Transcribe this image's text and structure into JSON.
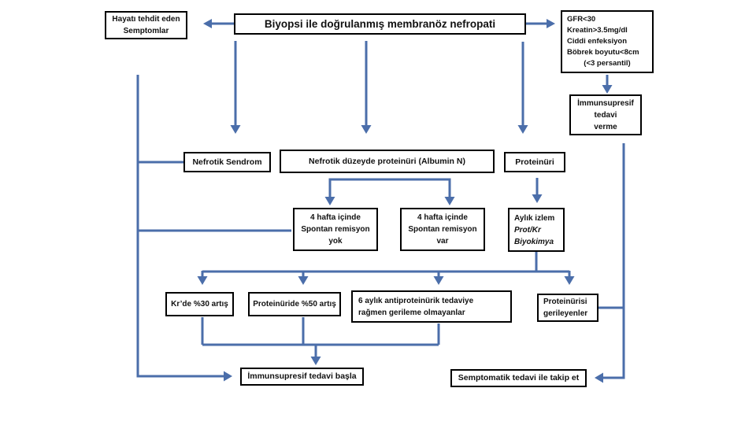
{
  "colors": {
    "connector_blue": "#4b6eaa",
    "box_border": "#000000",
    "background": "#ffffff",
    "text": "#111111"
  },
  "diagram": {
    "title_box": "Biyopsi ile doğrulanmış membranöz nefropati",
    "life_threatening": [
      "Hayatı tehdit eden",
      "Semptomlar"
    ],
    "contraindications": [
      "GFR<30",
      "Kreatin>3.5mg/dl",
      "Ciddi enfeksiyon",
      "Böbrek boyutu<8cm",
      "(<3 persantil)"
    ],
    "withhold_treatment": [
      "İmmunsupresif",
      "tedavi",
      "verme"
    ],
    "nephrotic_syndrome": "Nefrotik Sendrom",
    "nephrotic_range_proteinuria": "Nefrotik düzeyde proteinüri (Albumin N)",
    "proteinuria": "Proteinüri",
    "no_spontaneous_remission": [
      "4 hafta içinde",
      "Spontan remisyon",
      "yok"
    ],
    "spontaneous_remission": [
      "4 hafta içinde",
      "Spontan remisyon",
      "var"
    ],
    "monthly_followup": {
      "plain": "Aylık izlem",
      "italic1": "Prot/Kr",
      "italic2": "Biyokimya"
    },
    "creatinine_rise": "Kr’de %30 artış",
    "proteinuria_rise": "Proteinüride %50 artış",
    "no_regression": [
      "6 aylık antiproteinürik tedaviye",
      "rağmen gerileme olmayanlar"
    ],
    "proteinuria_regressing": [
      "Proteinürisi",
      "gerileyenler"
    ],
    "start_immunosuppressive": "İmmunsupresif tedavi başla",
    "symptomatic_followup": "Semptomatik tedavi ile takip et"
  }
}
